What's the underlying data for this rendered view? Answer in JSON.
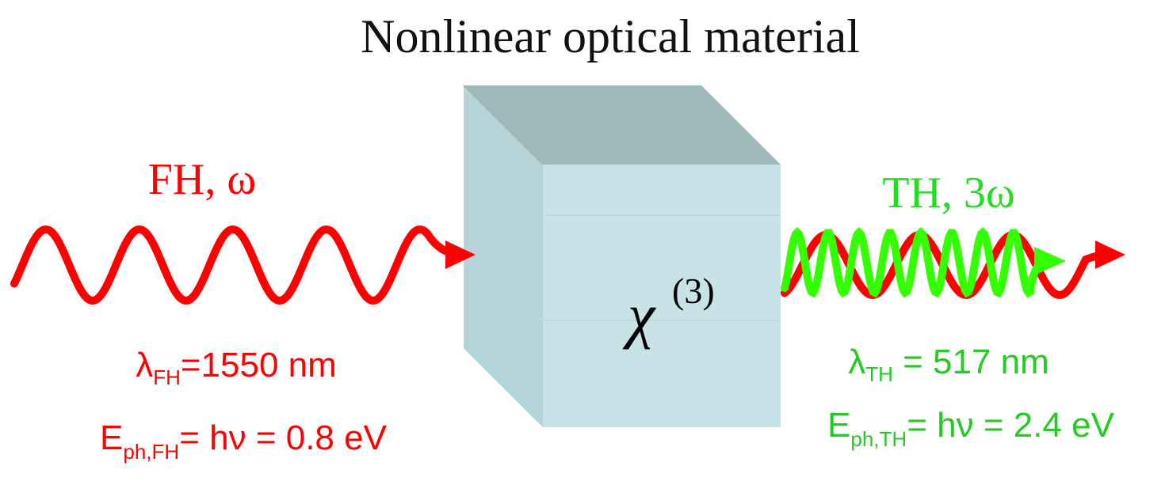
{
  "title": "Nonlinear optical material",
  "material": {
    "symbol": "χ",
    "order": "(3)",
    "face_color": "#c7e3e7",
    "top_color": "#9fb8bc",
    "side_color": "#b6d3d8"
  },
  "fundamental": {
    "label": "FH, ω",
    "color": "#ff0000",
    "wavelength": {
      "symbol": "λ",
      "sub": "FH",
      "value": "=1550 nm"
    },
    "energy": {
      "symbol": "E",
      "sub": "ph,FH",
      "value": "= hν = 0.8 eV"
    }
  },
  "third_harmonic": {
    "label": "TH, 3ω",
    "color": "#22dd22",
    "bright_color": "#33ff00",
    "wavelength": {
      "symbol": "λ",
      "sub": "TH",
      "value": " = 517 nm"
    },
    "energy": {
      "symbol": "E",
      "sub": "ph,TH",
      "value": "= hν = 2.4 eV"
    }
  }
}
